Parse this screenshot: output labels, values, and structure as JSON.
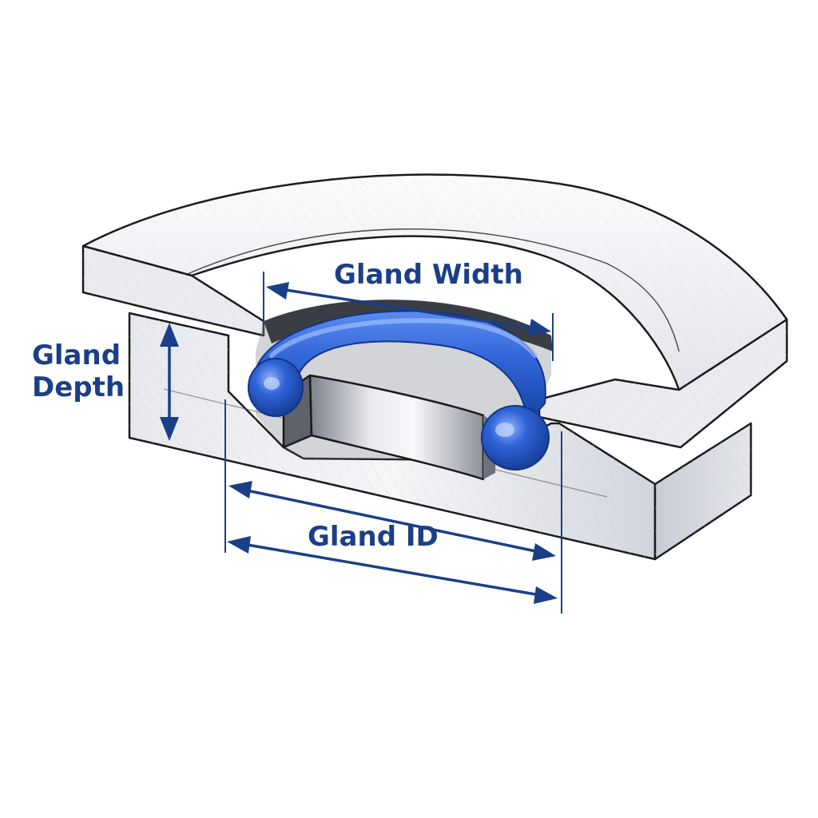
{
  "labels": {
    "gland_width": "Gland Width",
    "gland_depth_line1": "Gland",
    "gland_depth_line2": "Depth",
    "gland_id": "Gland ID"
  },
  "colors": {
    "dimension": "#1b3f87",
    "oring": "#2f63d6",
    "metal_light": "#f1f2f5",
    "metal_mid": "#d9dbe1",
    "metal_dark": "#b8bbc4"
  }
}
